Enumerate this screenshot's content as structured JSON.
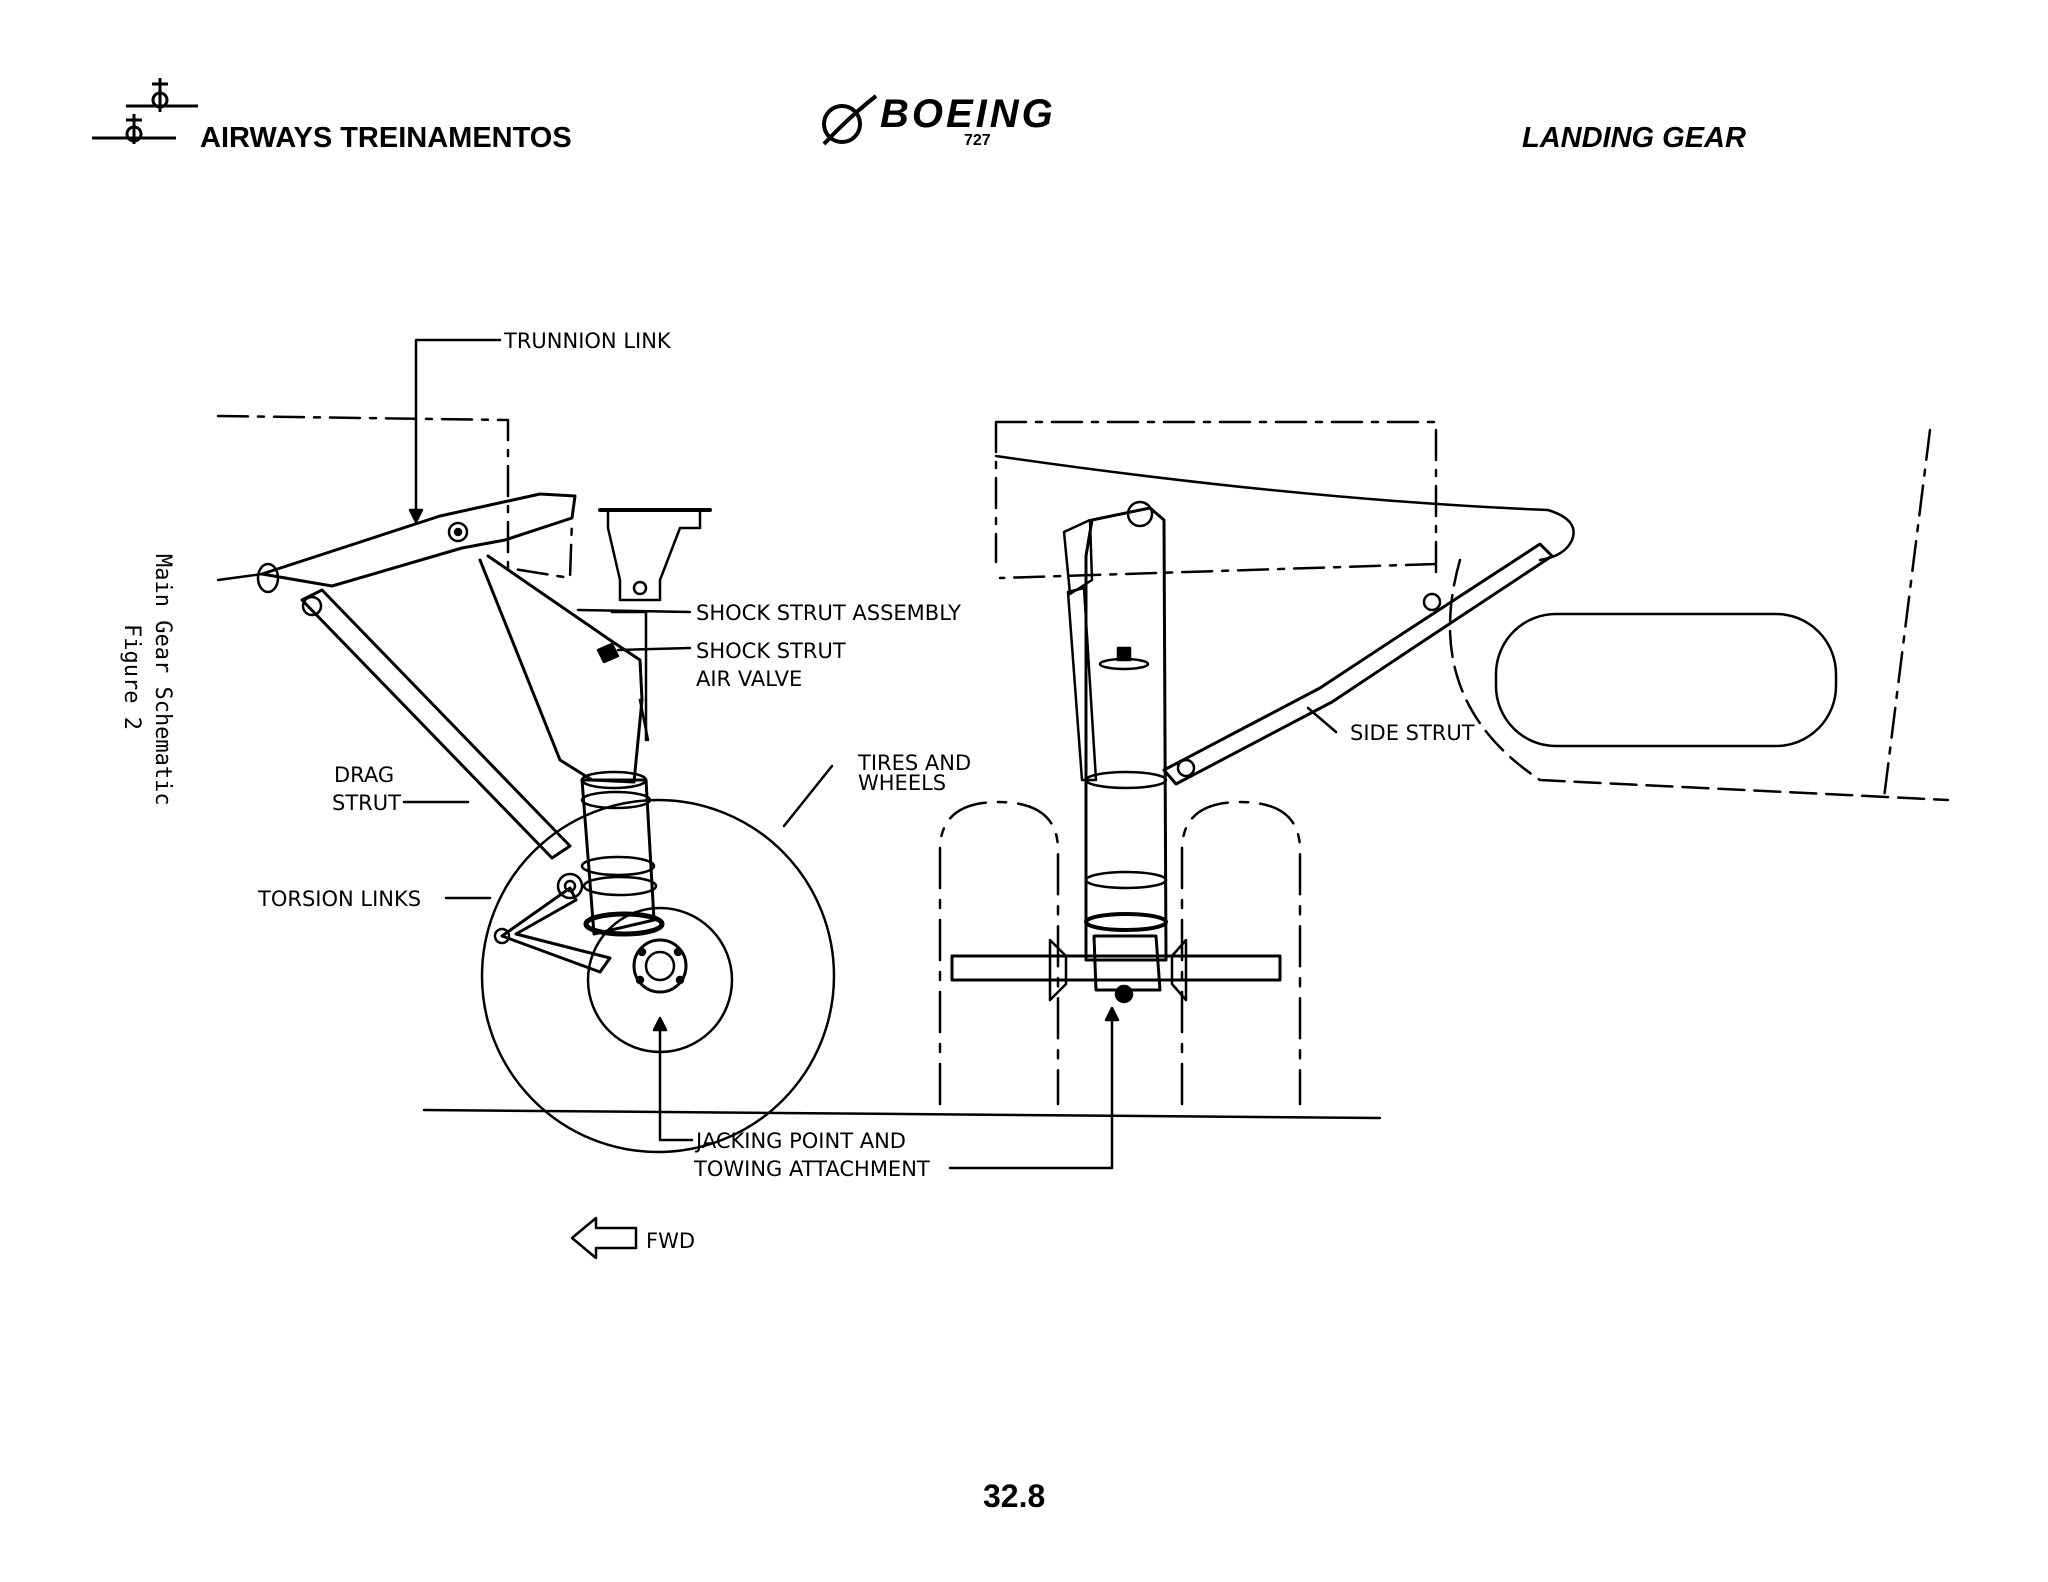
{
  "header": {
    "company": "AIRWAYS  TREINAMENTOS",
    "brand": "BOEING",
    "model": "727",
    "section": "LANDING GEAR"
  },
  "figure": {
    "caption_line1": "Main Gear Schematic",
    "caption_line2": "Figure 2",
    "labels": {
      "trunnion_link": "TRUNNION LINK",
      "shock_strut_assembly": "SHOCK STRUT ASSEMBLY",
      "shock_strut": "SHOCK STRUT",
      "air_valve": "AIR VALVE",
      "drag": "DRAG",
      "strut": "STRUT",
      "tires_and": "TIRES AND",
      "wheels": "WHEELS",
      "torsion_links": "TORSION LINKS",
      "side_strut": "SIDE STRUT",
      "jacking_point_and": "JACKING POINT AND",
      "towing_attachment": "TOWING ATTACHMENT",
      "fwd": "FWD"
    }
  },
  "footer": {
    "page_number": "32.8"
  }
}
